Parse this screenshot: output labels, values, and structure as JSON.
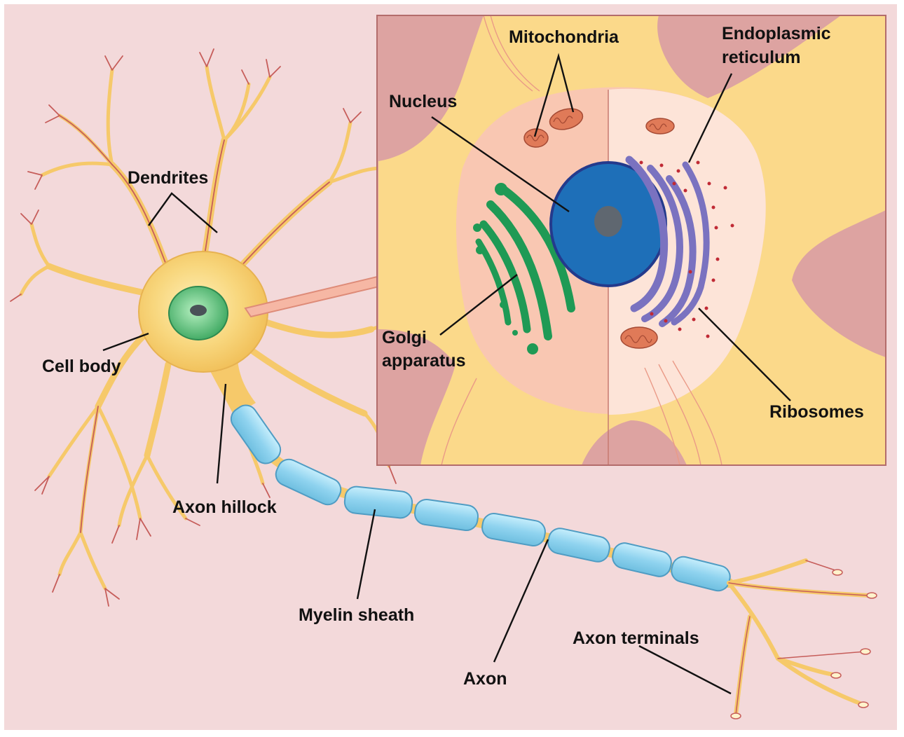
{
  "colors": {
    "background": "#f3d9da",
    "inset_background": "#dda3a1",
    "cytoplasm": "#fbd98a",
    "cell_body_core": "#f6c35d",
    "nucleus": "#1e6fb8",
    "nucleolus": "#5f6770",
    "golgi": "#1f9a55",
    "endoplasmic_reticulum": "#7a72c0",
    "mitochondria": "#e07a58",
    "ribosomes": "#c02a35",
    "myelin": "#8fd3ef",
    "dendrite_vein": "#c65d5a",
    "label_text": "#111111"
  },
  "labels": {
    "dendrites": "Dendrites",
    "cell_body": "Cell body",
    "axon_hillock": "Axon hillock",
    "myelin_sheath": "Myelin sheath",
    "axon": "Axon",
    "axon_terminals": "Axon terminals",
    "nucleus": "Nucleus",
    "mitochondria": "Mitochondria",
    "endoplasmic_reticulum": [
      "Endoplasmic",
      "reticulum"
    ],
    "golgi_apparatus": [
      "Golgi",
      "apparatus"
    ],
    "ribosomes": "Ribosomes"
  },
  "icons": {
    "neuron": "neuron-illustration",
    "zoom_arrow": "zoom-arrow-icon"
  }
}
